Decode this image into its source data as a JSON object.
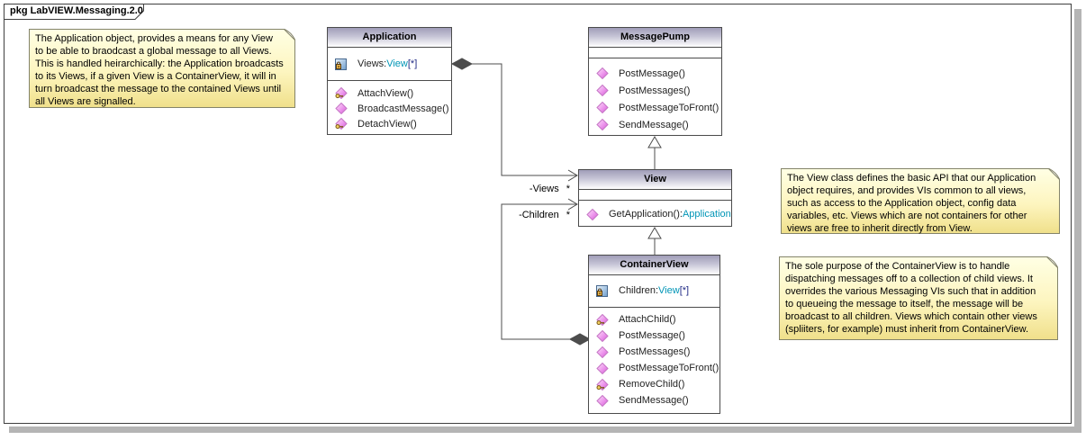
{
  "frame": {
    "title": "pkg LabVIEW.Messaging.2.0"
  },
  "classes": [
    {
      "name": "Application",
      "attributes": [
        {
          "name": "Views:",
          "type": "View",
          "mult": "[*]",
          "visibility": "private"
        }
      ],
      "operations": [
        {
          "label": "AttachView()",
          "visibility": "protected"
        },
        {
          "label": "BroadcastMessage()",
          "visibility": "public"
        },
        {
          "label": "DetachView()",
          "visibility": "protected"
        }
      ]
    },
    {
      "name": "MessagePump",
      "attributes": [],
      "operations": [
        {
          "label": "PostMessage()",
          "visibility": "public"
        },
        {
          "label": "PostMessages()",
          "visibility": "public"
        },
        {
          "label": "PostMessageToFront()",
          "visibility": "public"
        },
        {
          "label": "SendMessage()",
          "visibility": "public"
        }
      ]
    },
    {
      "name": "View",
      "attributes": [],
      "operations": [
        {
          "label": "GetApplication():",
          "type": "Application",
          "visibility": "public"
        }
      ]
    },
    {
      "name": "ContainerView",
      "attributes": [
        {
          "name": "Children:",
          "type": "View",
          "mult": "[*]",
          "visibility": "private"
        }
      ],
      "operations": [
        {
          "label": "AttachChild()",
          "visibility": "protected"
        },
        {
          "label": "PostMessage()",
          "visibility": "public"
        },
        {
          "label": "PostMessages()",
          "visibility": "public"
        },
        {
          "label": "PostMessageToFront()",
          "visibility": "public"
        },
        {
          "label": "RemoveChild()",
          "visibility": "protected"
        },
        {
          "label": "SendMessage()",
          "visibility": "public"
        }
      ]
    }
  ],
  "notes": [
    {
      "lines": [
        "The Application object, provides a means for any View",
        "to be able to braodcast a global message to all Views.",
        "This is handled heirarchically: the Application broadcasts",
        "to its Views, if a given View is a ContainerView, it will in",
        "turn broadcast the message to the contained Views until",
        "all Views are signalled."
      ]
    },
    {
      "lines": [
        "The View class defines the basic API that our Application",
        "object requires, and provides VIs common to all views,",
        "such as access to the Application object, config data",
        "variables, etc. Views which are not containers for other",
        "views are free to inherit directly from View."
      ]
    },
    {
      "lines": [
        "The sole purpose of the ContainerView is to handle",
        "dispatching messages off to a collection of child views. It",
        "overrides the various Messaging VIs such that in addition",
        "to queueing the message to itself, the message will be",
        "broadcast to all children. Views which contain other views",
        "(spliiters, for example) must inherit from ContainerView."
      ]
    }
  ],
  "connectors": {
    "views": {
      "name": "-Views",
      "mult": "*"
    },
    "children": {
      "name": "-Children",
      "mult": "*"
    }
  },
  "colors": {
    "class_header_top": "#a09db8",
    "note_bg_top": "#ffffe4",
    "note_bg_bottom": "#f0e08b",
    "note_border": "#84846a",
    "type_reference": "#0095b6",
    "multiplicity": "#202a85",
    "operation_diamond": "#dc6bdc",
    "attribute_square": "#6e9dcb",
    "connector_line": "#4d4d4d",
    "frame_shadow": "#b5b5b5"
  }
}
